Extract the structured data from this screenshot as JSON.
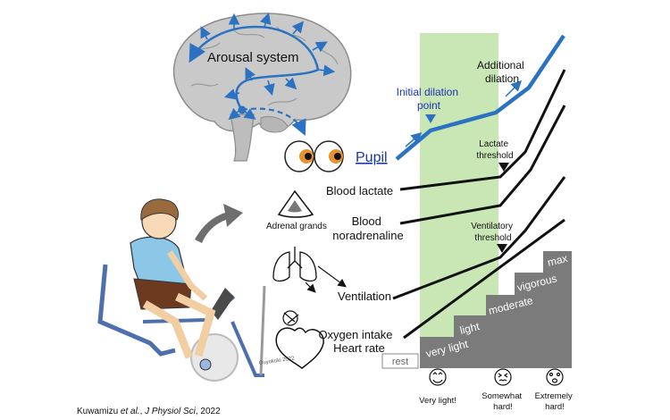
{
  "brain": {
    "label": "Arousal system"
  },
  "pupil": {
    "label": "Pupil",
    "initial_dilation": [
      "Initial dilation",
      "point"
    ],
    "additional_dilation": [
      "Additional",
      "dilation"
    ]
  },
  "thresholds": {
    "lactate": [
      "Lactate",
      "threshold"
    ],
    "ventilatory": [
      "Ventilatory",
      "threshold"
    ]
  },
  "labels": {
    "blood_lactate": "Blood lactate",
    "adrenal": "Adrenal grands",
    "blood_noradrenaline": [
      "Blood",
      "noradrenaline"
    ],
    "ventilation": "Ventilation",
    "oxygen_intake": "Oxygen intake",
    "heart_rate": "Heart rate"
  },
  "intensity_steps": [
    "rest",
    "very light",
    "light",
    "moderate",
    "vigorous",
    "max"
  ],
  "rpe_labels": [
    [
      "Very light!"
    ],
    [
      "Somewhat",
      "hard!"
    ],
    [
      "Extremely",
      "hard!"
    ]
  ],
  "citation": {
    "authors": "Kuwamizu ",
    "etal": "et al.",
    "sep": ", ",
    "journal": "J Physiol Sci",
    "year": ", 2022"
  },
  "signature": "Ouyokoki 2022",
  "colors": {
    "pupil_line": "#2b73c2",
    "pupil_text": "#1a35b0",
    "green_band": "#c9e6b5",
    "step_fill": "#7b7b7b",
    "arrow_gray": "#6e6e6e"
  }
}
